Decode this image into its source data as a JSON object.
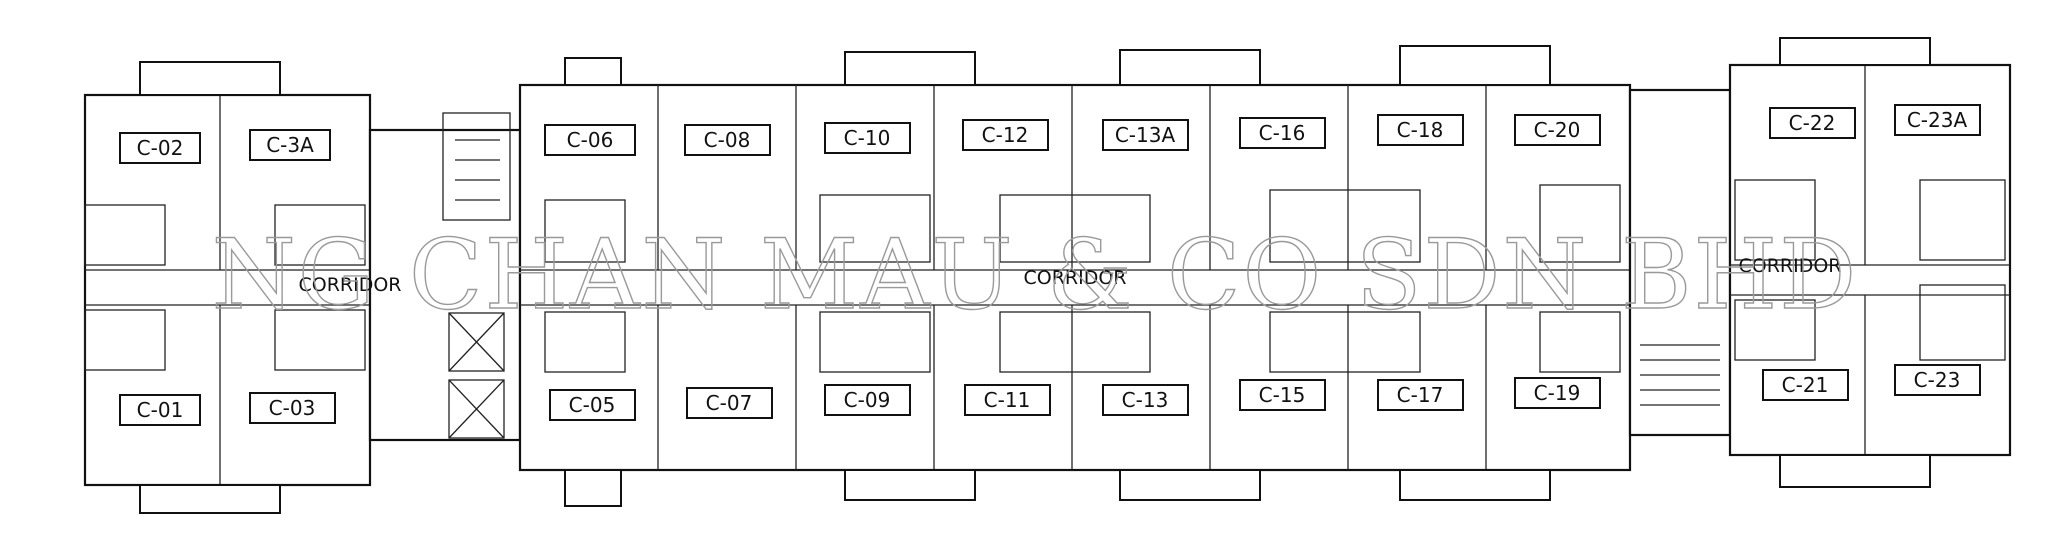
{
  "watermark": "NG CHAN MAU & CO SDN BHD",
  "corridors": [
    "CORRIDOR",
    "CORRIDOR",
    "CORRIDOR"
  ],
  "units_top": [
    "C-02",
    "C-3A",
    "C-06",
    "C-08",
    "C-10",
    "C-12",
    "C-13A",
    "C-16",
    "C-18",
    "C-20",
    "C-22",
    "C-23A"
  ],
  "units_bottom": [
    "C-01",
    "C-03",
    "C-05",
    "C-07",
    "C-09",
    "C-11",
    "C-13",
    "C-15",
    "C-17",
    "C-19",
    "C-21",
    "C-23"
  ]
}
